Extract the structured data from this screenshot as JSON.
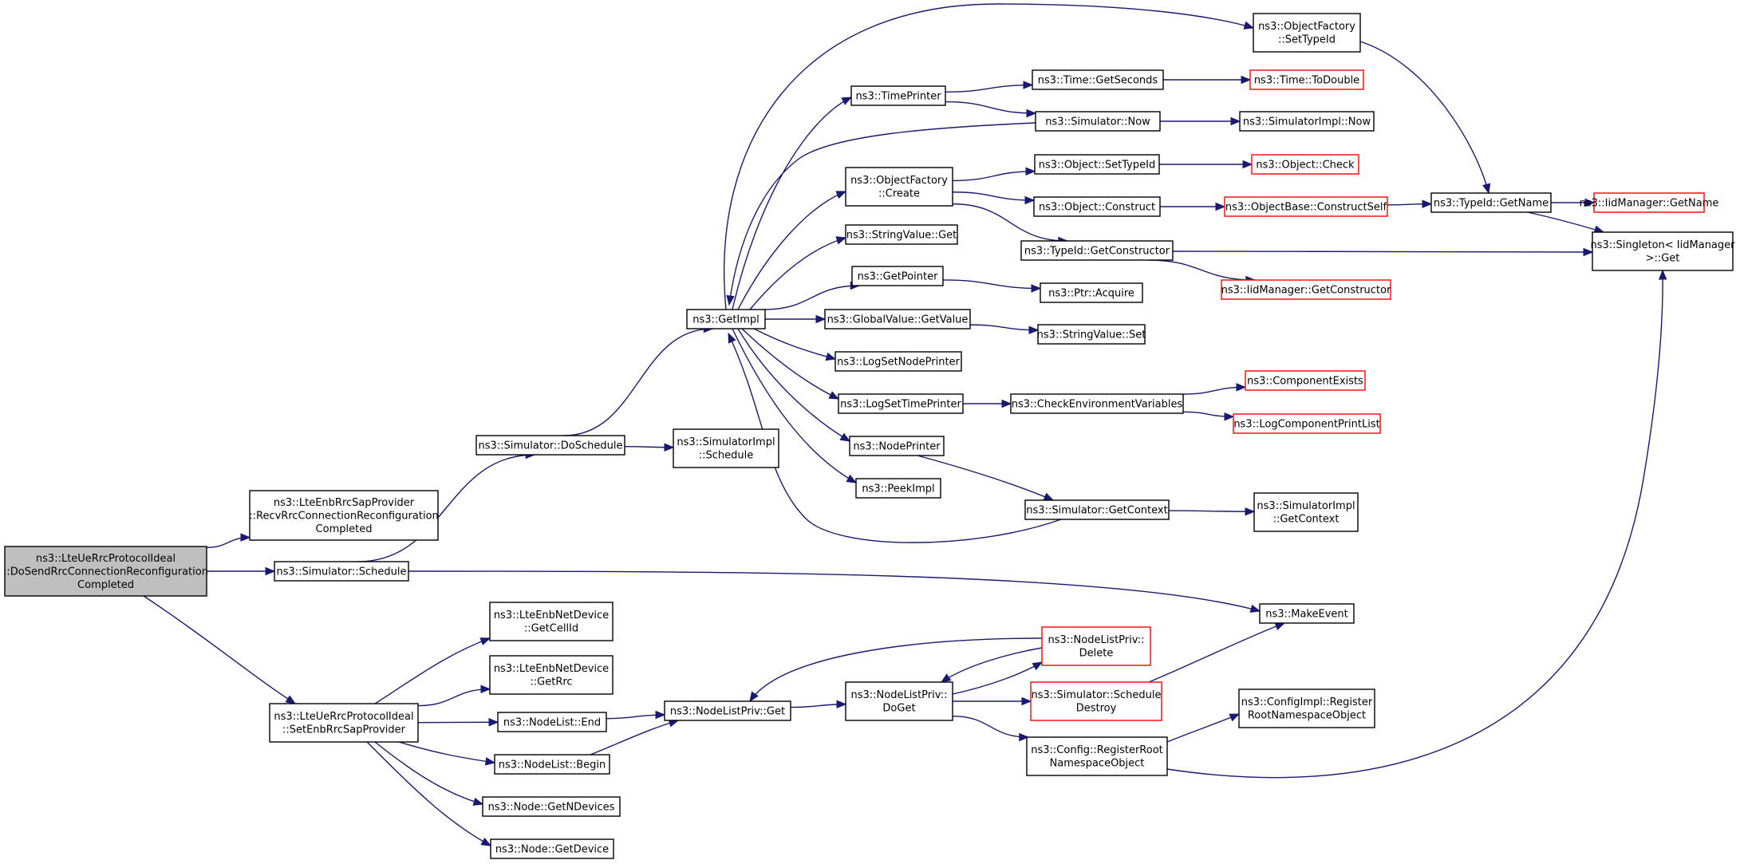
{
  "colors": {
    "edge": "#191970",
    "node_border": "#000000",
    "undocumented_border": "#ff0000",
    "root_fill": "#bfbfbf",
    "node_fill": "#ffffff"
  },
  "nodes": [
    {
      "id": "root",
      "lines": [
        "ns3::LteUeRrcProtocolIdeal",
        "::DoSendRrcConnectionReconfiguration",
        "Completed"
      ],
      "root": true
    },
    {
      "id": "recv",
      "lines": [
        "ns3::LteEnbRrcSapProvider",
        "::RecvRrcConnectionReconfiguration",
        "Completed"
      ]
    },
    {
      "id": "simsched",
      "lines": [
        "ns3::Simulator::Schedule"
      ]
    },
    {
      "id": "setenb",
      "lines": [
        "ns3::LteUeRrcProtocolIdeal",
        "::SetEnbRrcSapProvider"
      ]
    },
    {
      "id": "dosched",
      "lines": [
        "ns3::Simulator::DoSchedule"
      ]
    },
    {
      "id": "simimplsched",
      "lines": [
        "ns3::SimulatorImpl",
        "::Schedule"
      ]
    },
    {
      "id": "getimpl",
      "lines": [
        "ns3::GetImpl"
      ]
    },
    {
      "id": "timeprinter",
      "lines": [
        "ns3::TimePrinter"
      ]
    },
    {
      "id": "ofcreate",
      "lines": [
        "ns3::ObjectFactory",
        "::Create"
      ]
    },
    {
      "id": "svget",
      "lines": [
        "ns3::StringValue::Get"
      ]
    },
    {
      "id": "getpointer",
      "lines": [
        "ns3::GetPointer"
      ]
    },
    {
      "id": "gvgetvalue",
      "lines": [
        "ns3::GlobalValue::GetValue"
      ]
    },
    {
      "id": "logsetnode",
      "lines": [
        "ns3::LogSetNodePrinter"
      ]
    },
    {
      "id": "logsettime",
      "lines": [
        "ns3::LogSetTimePrinter"
      ]
    },
    {
      "id": "nodeprinter",
      "lines": [
        "ns3::NodePrinter"
      ]
    },
    {
      "id": "peekimpl",
      "lines": [
        "ns3::PeekImpl"
      ]
    },
    {
      "id": "ofsettypeid",
      "lines": [
        "ns3::ObjectFactory",
        "::SetTypeId"
      ]
    },
    {
      "id": "timegetseconds",
      "lines": [
        "ns3::Time::GetSeconds"
      ]
    },
    {
      "id": "simnow",
      "lines": [
        "ns3::Simulator::Now"
      ]
    },
    {
      "id": "objsettypeid",
      "lines": [
        "ns3::Object::SetTypeId"
      ]
    },
    {
      "id": "objconstruct",
      "lines": [
        "ns3::Object::Construct"
      ]
    },
    {
      "id": "typeidgetctor",
      "lines": [
        "ns3::TypeId::GetConstructor"
      ]
    },
    {
      "id": "ptracquire",
      "lines": [
        "ns3::Ptr::Acquire"
      ]
    },
    {
      "id": "svset",
      "lines": [
        "ns3::StringValue::Set"
      ]
    },
    {
      "id": "checkenv",
      "lines": [
        "ns3::CheckEnvironmentVariables"
      ]
    },
    {
      "id": "simgetctx",
      "lines": [
        "ns3::Simulator::GetContext"
      ]
    },
    {
      "id": "timetodouble",
      "lines": [
        "ns3::Time::ToDouble"
      ],
      "red": true
    },
    {
      "id": "simimplnow",
      "lines": [
        "ns3::SimulatorImpl::Now"
      ]
    },
    {
      "id": "objcheck",
      "lines": [
        "ns3::Object::Check"
      ],
      "red": true
    },
    {
      "id": "obconstructself",
      "lines": [
        "ns3::ObjectBase::ConstructSelf"
      ],
      "red": true
    },
    {
      "id": "iidgetctor",
      "lines": [
        "ns3::IidManager::GetConstructor"
      ],
      "red": true
    },
    {
      "id": "compexists",
      "lines": [
        "ns3::ComponentExists"
      ],
      "red": true
    },
    {
      "id": "logcompprint",
      "lines": [
        "ns3::LogComponentPrintList"
      ],
      "red": true
    },
    {
      "id": "simimplgetctx",
      "lines": [
        "ns3::SimulatorImpl",
        "::GetContext"
      ]
    },
    {
      "id": "typeidgetname",
      "lines": [
        "ns3::TypeId::GetName"
      ]
    },
    {
      "id": "iidgetname",
      "lines": [
        "ns3::IidManager::GetName"
      ],
      "red": true
    },
    {
      "id": "singleton",
      "lines": [
        "ns3::Singleton< IidManager",
        ">::Get"
      ]
    },
    {
      "id": "makeevent",
      "lines": [
        "ns3::MakeEvent"
      ]
    },
    {
      "id": "enbgetcellid",
      "lines": [
        "ns3::LteEnbNetDevice",
        "::GetCellId"
      ]
    },
    {
      "id": "enbgetrrc",
      "lines": [
        "ns3::LteEnbNetDevice",
        "::GetRrc"
      ]
    },
    {
      "id": "nlend",
      "lines": [
        "ns3::NodeList::End"
      ]
    },
    {
      "id": "nlbegin",
      "lines": [
        "ns3::NodeList::Begin"
      ]
    },
    {
      "id": "nodegetndev",
      "lines": [
        "ns3::Node::GetNDevices"
      ]
    },
    {
      "id": "nodegetdev",
      "lines": [
        "ns3::Node::GetDevice"
      ]
    },
    {
      "id": "nlpget",
      "lines": [
        "ns3::NodeListPriv::Get"
      ]
    },
    {
      "id": "nlpdoget",
      "lines": [
        "ns3::NodeListPriv::",
        "DoGet"
      ]
    },
    {
      "id": "nlpdelete",
      "lines": [
        "ns3::NodeListPriv::",
        "Delete"
      ],
      "red": true
    },
    {
      "id": "simscheddestroy",
      "lines": [
        "ns3::Simulator::Schedule",
        "Destroy"
      ],
      "red": true
    },
    {
      "id": "cfgregroot",
      "lines": [
        "ns3::Config::RegisterRoot",
        "NamespaceObject"
      ]
    },
    {
      "id": "cfgimplreg",
      "lines": [
        "ns3::ConfigImpl::Register",
        "RootNamespaceObject"
      ]
    }
  ],
  "edges": [
    [
      "root",
      "recv"
    ],
    [
      "root",
      "simsched"
    ],
    [
      "root",
      "setenb"
    ],
    [
      "simsched",
      "dosched"
    ],
    [
      "simsched",
      "makeevent"
    ],
    [
      "dosched",
      "getimpl"
    ],
    [
      "dosched",
      "simimplsched"
    ],
    [
      "getimpl",
      "ofsettypeid"
    ],
    [
      "getimpl",
      "timeprinter"
    ],
    [
      "getimpl",
      "ofcreate"
    ],
    [
      "getimpl",
      "svget"
    ],
    [
      "getimpl",
      "getpointer"
    ],
    [
      "getimpl",
      "gvgetvalue"
    ],
    [
      "getimpl",
      "logsetnode"
    ],
    [
      "getimpl",
      "logsettime"
    ],
    [
      "getimpl",
      "nodeprinter"
    ],
    [
      "getimpl",
      "peekimpl"
    ],
    [
      "simnow",
      "getimpl"
    ],
    [
      "simgetctx",
      "getimpl"
    ],
    [
      "timeprinter",
      "timegetseconds"
    ],
    [
      "timeprinter",
      "simnow"
    ],
    [
      "timegetseconds",
      "timetodouble"
    ],
    [
      "simnow",
      "simimplnow"
    ],
    [
      "ofcreate",
      "objsettypeid"
    ],
    [
      "ofcreate",
      "objconstruct"
    ],
    [
      "ofcreate",
      "typeidgetctor"
    ],
    [
      "objsettypeid",
      "objcheck"
    ],
    [
      "objconstruct",
      "obconstructself"
    ],
    [
      "obconstructself",
      "typeidgetname"
    ],
    [
      "typeidgetctor",
      "singleton"
    ],
    [
      "typeidgetctor",
      "iidgetctor"
    ],
    [
      "ofsettypeid",
      "typeidgetname"
    ],
    [
      "typeidgetname",
      "iidgetname"
    ],
    [
      "typeidgetname",
      "singleton"
    ],
    [
      "getpointer",
      "ptracquire"
    ],
    [
      "gvgetvalue",
      "svset"
    ],
    [
      "logsettime",
      "checkenv"
    ],
    [
      "checkenv",
      "compexists"
    ],
    [
      "checkenv",
      "logcompprint"
    ],
    [
      "nodeprinter",
      "simgetctx"
    ],
    [
      "simgetctx",
      "simimplgetctx"
    ],
    [
      "setenb",
      "enbgetcellid"
    ],
    [
      "setenb",
      "enbgetrrc"
    ],
    [
      "setenb",
      "nlend"
    ],
    [
      "setenb",
      "nlbegin"
    ],
    [
      "setenb",
      "nodegetndev"
    ],
    [
      "setenb",
      "nodegetdev"
    ],
    [
      "nlend",
      "nlpget"
    ],
    [
      "nlbegin",
      "nlpget"
    ],
    [
      "nlpget",
      "nlpdoget"
    ],
    [
      "nlpdelete",
      "nlpget"
    ],
    [
      "nlpdelete",
      "nlpdoget"
    ],
    [
      "nlpdoget",
      "nlpdelete"
    ],
    [
      "nlpdoget",
      "simscheddestroy"
    ],
    [
      "nlpdoget",
      "cfgregroot"
    ],
    [
      "simscheddestroy",
      "makeevent"
    ],
    [
      "cfgregroot",
      "cfgimplreg"
    ],
    [
      "cfgregroot",
      "singleton"
    ]
  ]
}
